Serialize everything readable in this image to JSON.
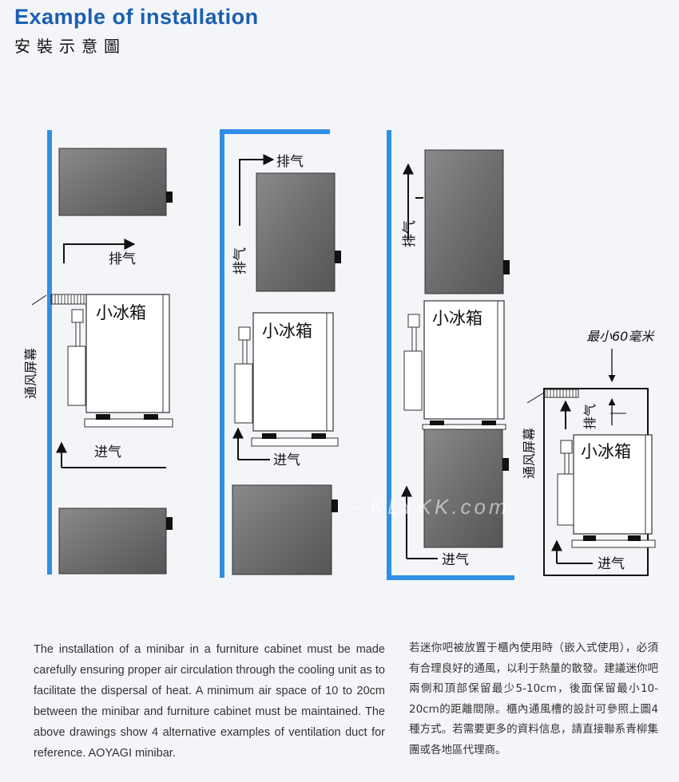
{
  "header": {
    "title": "Example of installation",
    "subtitle": "安裝示意圖"
  },
  "labels": {
    "exhaust": "排气",
    "intake": "进气",
    "minibar": "小冰箱",
    "vent_screen": "通风屏幕",
    "min_gap": "最小60毫米"
  },
  "watermark": "- KLYKK.com",
  "colors": {
    "accent": "#1a5fb3",
    "cabinet_wall": "#2f8fe6",
    "appliance_dark": "#6f6f6f"
  },
  "description": {
    "en": "The installation of a minibar in a furniture cabinet must be made carefully ensuring proper air circulation through the cooling unit as to facilitate the dispersal of heat. A minimum air space of 10 to 20cm between the minibar and furniture cabinet must be maintained. The above drawings show 4 alternative examples of ventilation duct for reference. AOYAGI minibar.",
    "zh": "若迷你吧被放置于櫃內使用時（嵌入式使用），必須有合理良好的通風，以利于熱量的散發。建議迷你吧兩側和頂部保留最少5-10cm，後面保留最小10-20cm的距離間隙。櫃內通風槽的設計可參照上圖4種方式。若需要更多的資料信息，請直接聯系青柳集團或各地區代理商。"
  }
}
